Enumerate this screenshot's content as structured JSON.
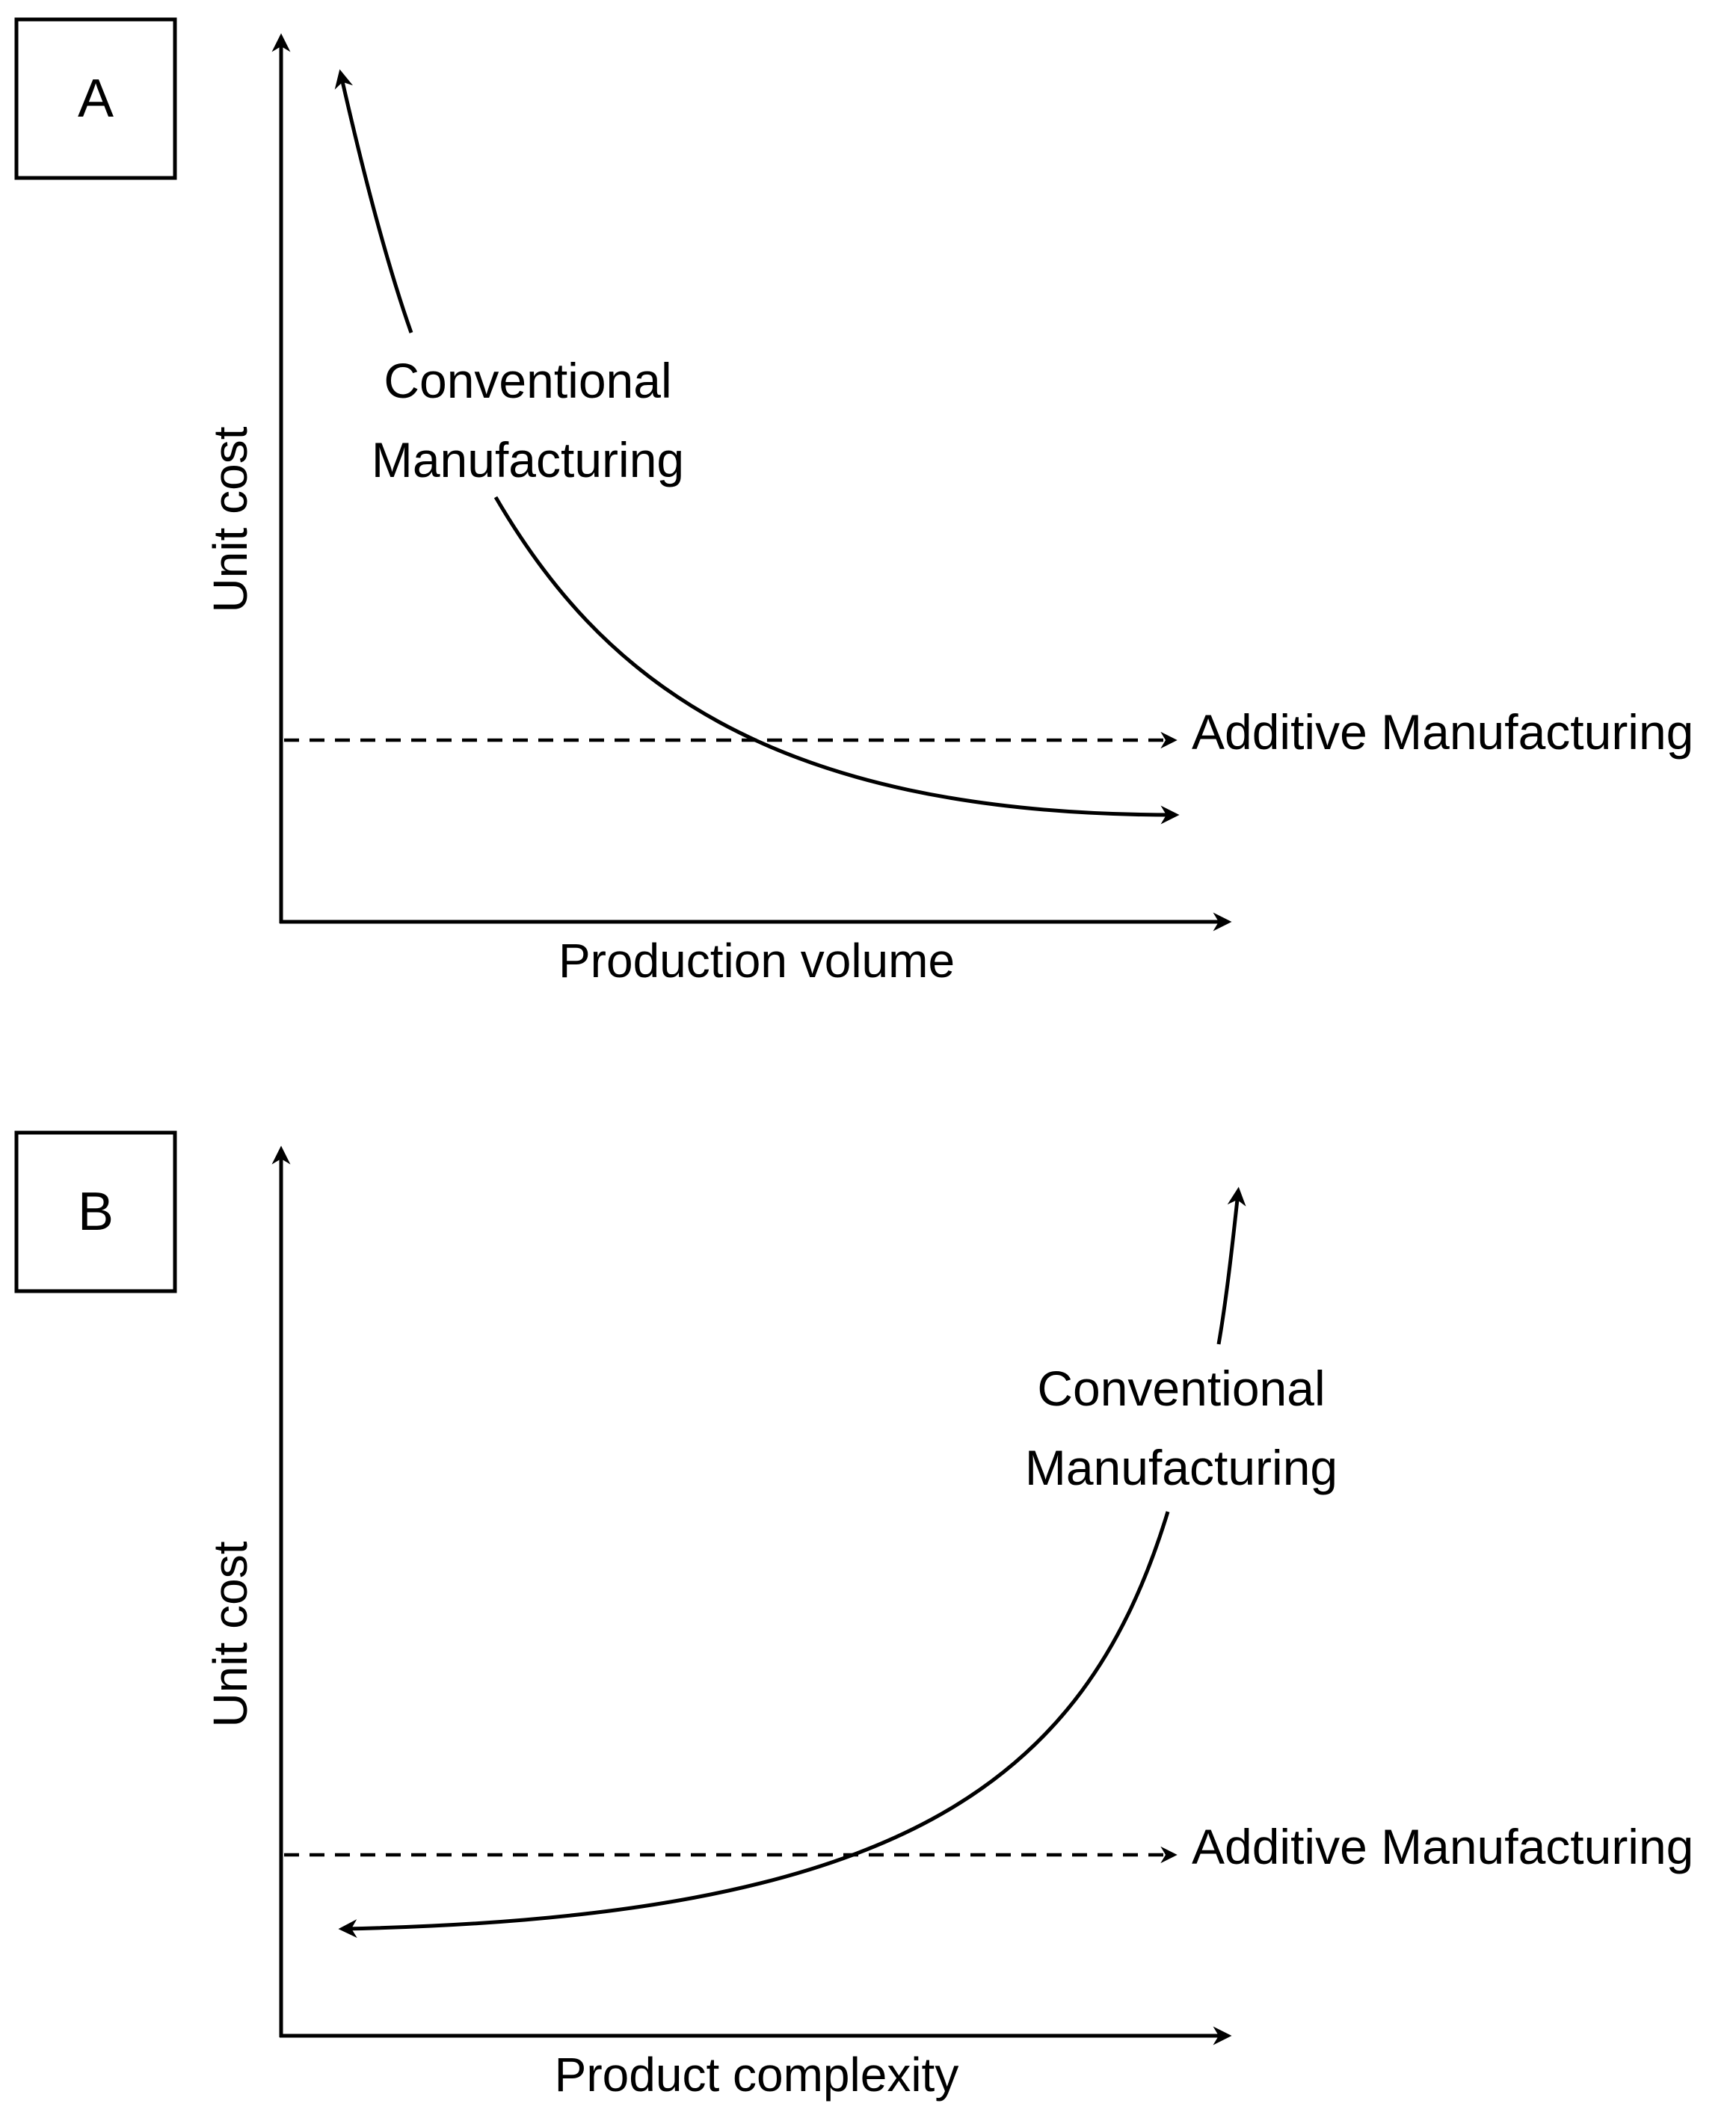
{
  "panels": [
    {
      "letter": "A",
      "x_axis_label": "Production volume",
      "y_axis_label": "Unit cost",
      "conventional_label_line1": "Conventional",
      "conventional_label_line2": "Manufacturing",
      "additive_label": "Additive Manufacturing"
    },
    {
      "letter": "B",
      "x_axis_label": "Product complexity",
      "y_axis_label": "Unit cost",
      "conventional_label_line1": "Conventional",
      "conventional_label_line2": "Manufacturing",
      "additive_label": "Additive Manufacturing"
    }
  ],
  "colors": {
    "line": "#000000",
    "background": "#ffffff"
  }
}
